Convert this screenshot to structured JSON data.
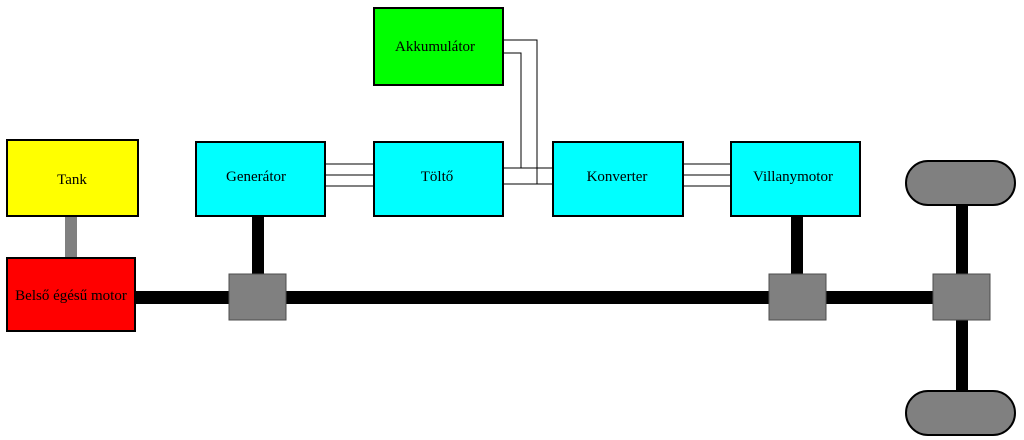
{
  "diagram": {
    "colors": {
      "tank": "#ffff00",
      "engine": "#ff0000",
      "accumulator": "#00ff00",
      "electric": "#00ffff",
      "gearbox": "#808080",
      "wheel": "#808080",
      "shaft": "#000000",
      "fuel_line": "#808080",
      "wire": "#000000"
    },
    "tank": {
      "label": "Tank"
    },
    "engine": {
      "label": "Belső égésű motor"
    },
    "generator": {
      "label": "Generátor"
    },
    "charger": {
      "label": "Töltő"
    },
    "accumulator": {
      "label": "Akkumulátor"
    },
    "converter": {
      "label": "Konverter"
    },
    "electric_motor": {
      "label": "Villanymotor"
    }
  }
}
